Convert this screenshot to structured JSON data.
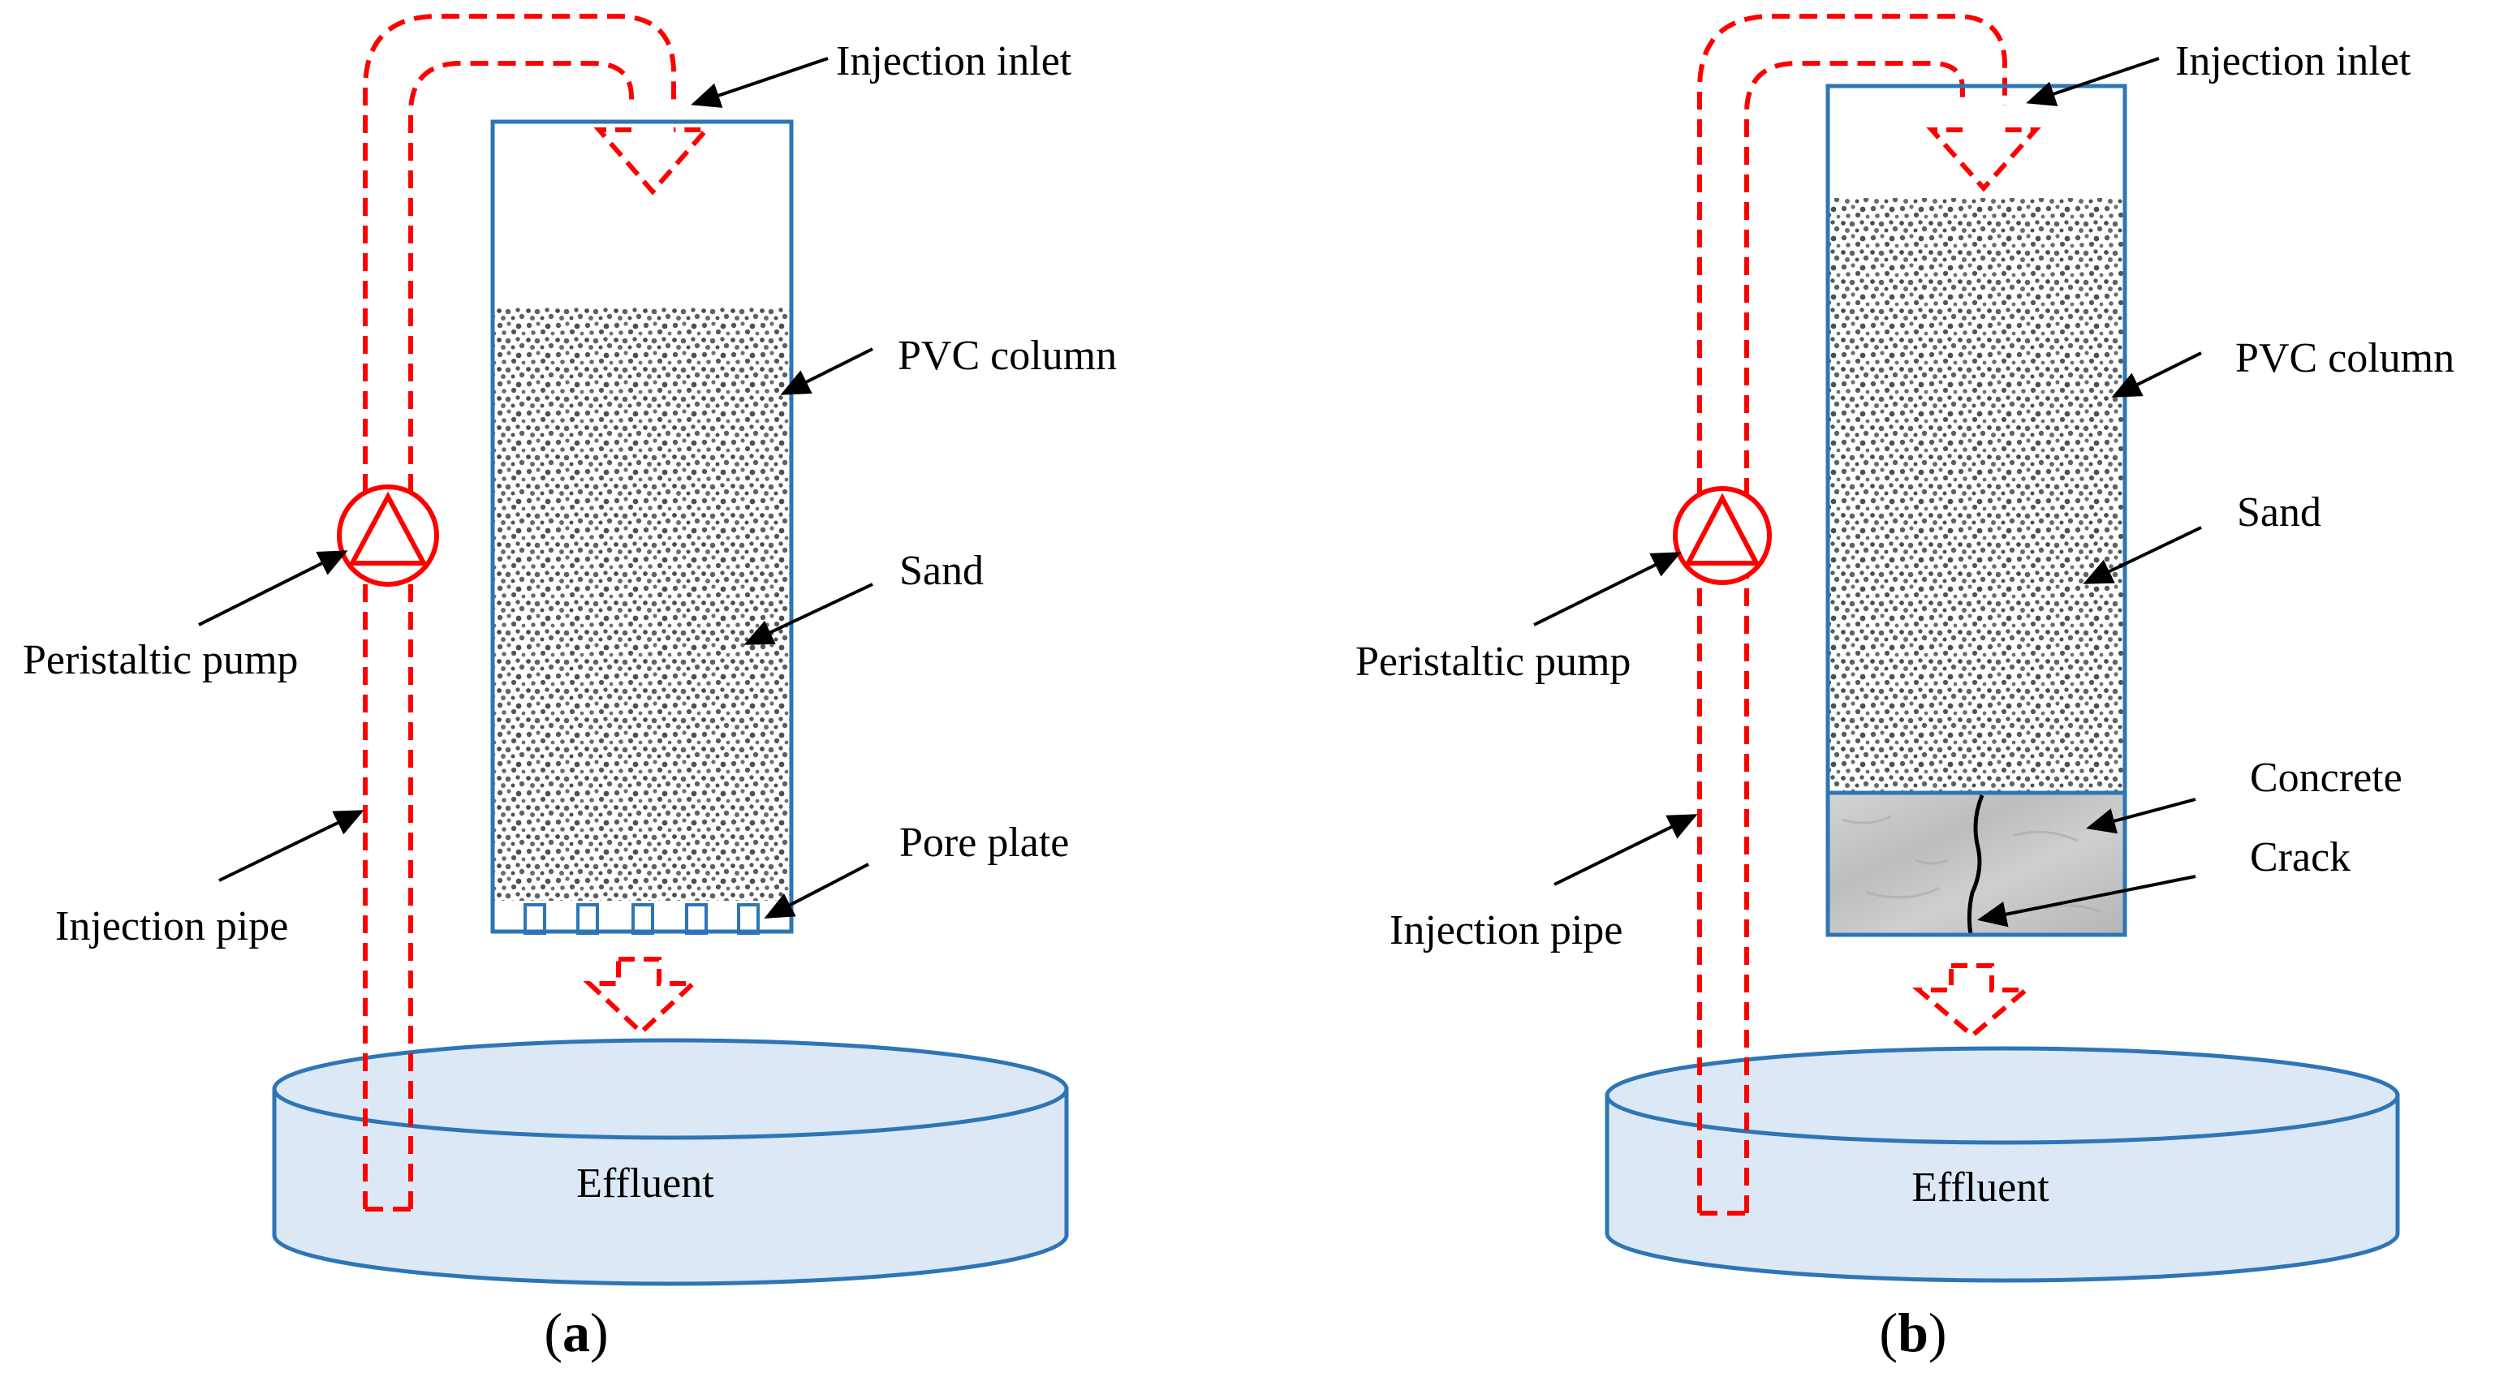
{
  "panel_a": {
    "labels": {
      "injection_inlet": "Injection inlet",
      "pvc_column": "PVC column",
      "sand": "Sand",
      "peristaltic_pump": "Peristaltic pump",
      "injection_pipe": "Injection pipe",
      "pore_plate": "Pore plate",
      "effluent": "Effluent"
    },
    "caption": {
      "open": "(",
      "letter": "a",
      "close": ")"
    }
  },
  "panel_b": {
    "labels": {
      "injection_inlet": "Injection inlet",
      "pvc_column": "PVC column",
      "sand": "Sand",
      "peristaltic_pump": "Peristaltic pump",
      "injection_pipe": "Injection pipe",
      "concrete": "Concrete",
      "crack": "Crack",
      "effluent": "Effluent"
    },
    "caption": {
      "open": "(",
      "letter": "b",
      "close": ")"
    }
  },
  "colors": {
    "column_outline": "#2e75b6",
    "pipe_dashed": "#ff0000",
    "effluent_fill": "#dce8f5",
    "sand_grain": "#5a5a5a",
    "concrete_fill": "#c8c8c8"
  },
  "icons": {
    "pump": "peristaltic-pump-icon",
    "flow_in": "down-arrow-icon",
    "flow_out": "down-arrow-icon"
  }
}
